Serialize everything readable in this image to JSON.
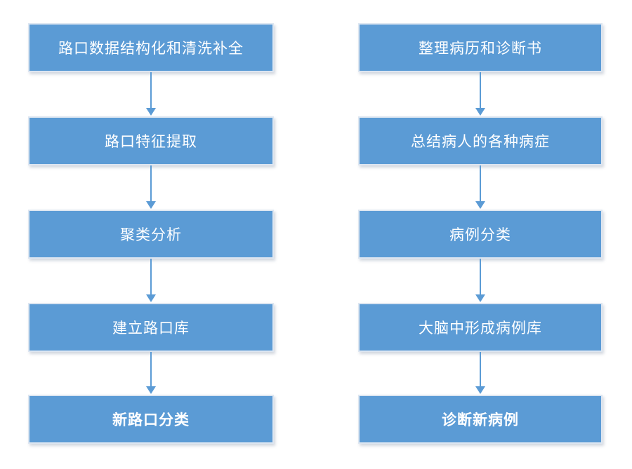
{
  "diagram": {
    "type": "flowchart",
    "style": {
      "box_fill": "#5b9bd5",
      "box_border": "#dde6f1",
      "arrow_color": "#5b9bd5",
      "text_color": "#ffffff",
      "background": "#ffffff"
    },
    "columns": [
      {
        "id": "left",
        "steps": [
          {
            "label": "路口数据结构化和清洗补全",
            "bold": false
          },
          {
            "label": "路口特征提取",
            "bold": false
          },
          {
            "label": "聚类分析",
            "bold": false
          },
          {
            "label": "建立路口库",
            "bold": false
          },
          {
            "label": "新路口分类",
            "bold": true
          }
        ]
      },
      {
        "id": "right",
        "steps": [
          {
            "label": "整理病历和诊断书",
            "bold": false
          },
          {
            "label": "总结病人的各种病症",
            "bold": false
          },
          {
            "label": "病例分类",
            "bold": false
          },
          {
            "label": "大脑中形成病例库",
            "bold": false
          },
          {
            "label": "诊断新病例",
            "bold": true
          }
        ]
      }
    ],
    "connections": "each step flows downward to the next step in the same column"
  }
}
